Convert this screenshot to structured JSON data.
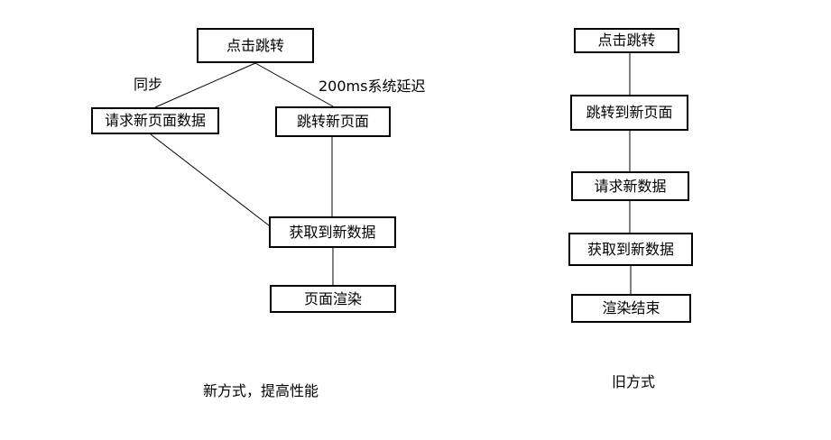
{
  "new_flow": {
    "nodes": {
      "click_jump": "点击跳转",
      "request_new_page_data": "请求新页面数据",
      "jump_new_page": "跳转新页面",
      "get_new_data": "获取到新数据",
      "page_render": "页面渲染"
    },
    "edge_labels": {
      "sync": "同步",
      "system_delay": "200ms系统延迟"
    },
    "caption": "新方式，提高性能"
  },
  "old_flow": {
    "nodes": {
      "click_jump": "点击跳转",
      "jump_to_new_page": "跳转到新页面",
      "request_new_data": "请求新数据",
      "get_new_data": "获取到新数据",
      "render_end": "渲染结束"
    },
    "caption": "旧方式"
  },
  "colors": {
    "background": "#ffffff",
    "line": "#000000",
    "text": "#000000"
  }
}
